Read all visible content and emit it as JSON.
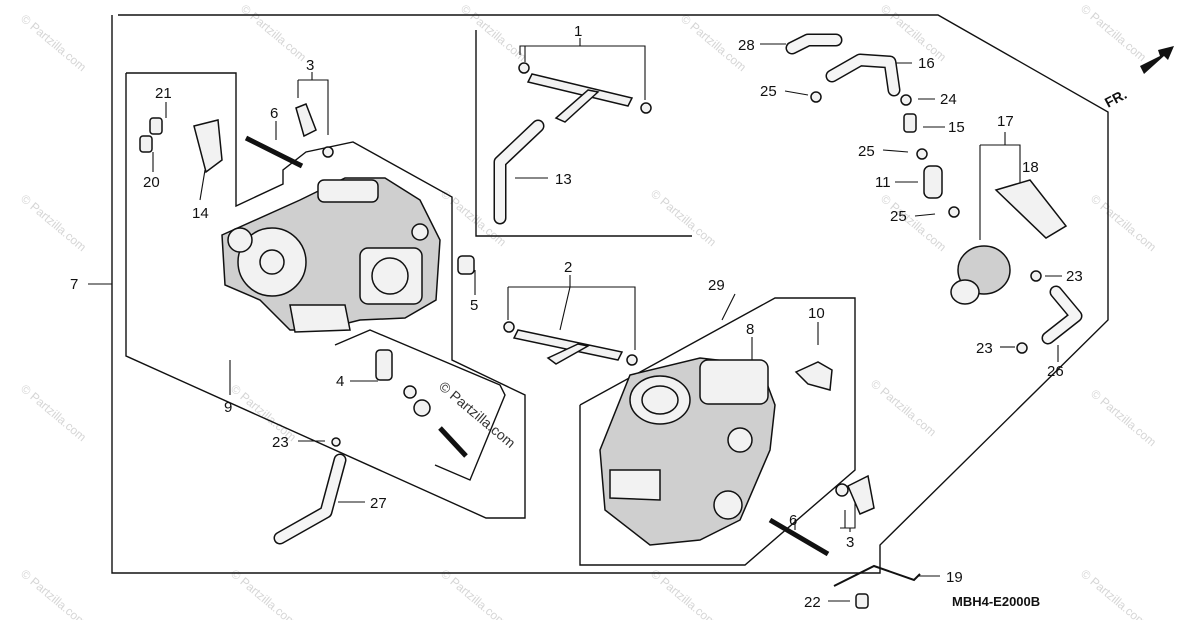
{
  "diagram": {
    "code": "MBH4-E2000B",
    "direction_label": "FR.",
    "watermark_text": "© Partzilla.com",
    "callouts": {
      "c1": "1",
      "c2": "2",
      "c3a": "3",
      "c3b": "3",
      "c4": "4",
      "c5": "5",
      "c6a": "6",
      "c6b": "6",
      "c7": "7",
      "c8": "8",
      "c9": "9",
      "c10": "10",
      "c11": "11",
      "c13": "13",
      "c14": "14",
      "c15": "15",
      "c16": "16",
      "c17": "17",
      "c18": "18",
      "c19": "19",
      "c20": "20",
      "c21": "21",
      "c22": "22",
      "c23a": "23",
      "c23b": "23",
      "c23c": "23",
      "c24": "24",
      "c25a": "25",
      "c25b": "25",
      "c25c": "25",
      "c26": "26",
      "c27": "27",
      "c28": "28",
      "c29": "29"
    }
  }
}
